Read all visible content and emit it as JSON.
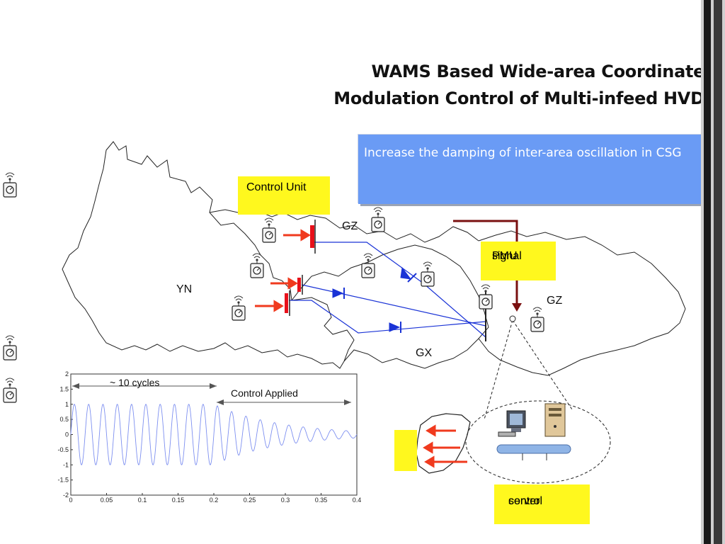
{
  "slide": {
    "title_line1": "WAMS Based Wide-area Coordinated",
    "title_line2": "Modulation Control of Multi-infeed HVDC",
    "callout": "Increase the damping of inter-area oscillation in CSG"
  },
  "labels": {
    "control_unit": "Control Unit",
    "pmu_signal_1": "PMU",
    "pmu_signal_2": "signal",
    "control_server_1": "control",
    "control_server_2": "server"
  },
  "regions": {
    "yn": "YN",
    "gz_top": "GZ",
    "gz_right": "GZ",
    "gx": "GX"
  },
  "colors": {
    "callout": "#6a9bf5",
    "highlight": "#fff81e",
    "line": "#1a33d6",
    "converter": "#e8101a",
    "arrow": "#f03a1e",
    "pmu_arrow": "#7a1010"
  },
  "chart_data": {
    "type": "line",
    "title": "",
    "xlabel": "",
    "ylabel": "",
    "xlim": [
      0,
      0.4
    ],
    "ylim": [
      -2,
      2
    ],
    "x_ticks": [
      "0",
      "0.05",
      "0.1",
      "0.15",
      "0.2",
      "0.25",
      "0.3",
      "0.35",
      "0.4"
    ],
    "y_ticks": [
      "2",
      "1.5",
      "1",
      "0.5",
      "0",
      "-0.5",
      "-1",
      "-1.5",
      "-2"
    ],
    "annotations": [
      "~ 10 cycles",
      "Control Applied"
    ],
    "signal": {
      "frequency_hz": 50,
      "amplitude_before": 1.0,
      "control_time": 0.2,
      "decay_rate": 11
    }
  }
}
